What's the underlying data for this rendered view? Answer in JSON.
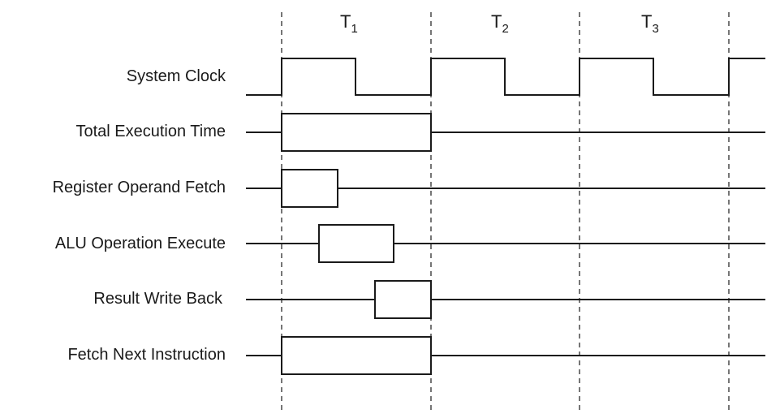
{
  "periods": [
    {
      "letter": "T",
      "sub": "1"
    },
    {
      "letter": "T",
      "sub": "2"
    },
    {
      "letter": "T",
      "sub": "3"
    }
  ],
  "rows": [
    {
      "label": "System Clock",
      "kind": "clock"
    },
    {
      "label": "Total Execution Time",
      "kind": "pulse"
    },
    {
      "label": "Register Operand Fetch",
      "kind": "pulse"
    },
    {
      "label": "ALU Operation Execute",
      "kind": "pulse"
    },
    {
      "label": "Result Write Back",
      "kind": "pulse"
    },
    {
      "label": "Fetch Next Instruction",
      "kind": "pulse"
    }
  ]
}
